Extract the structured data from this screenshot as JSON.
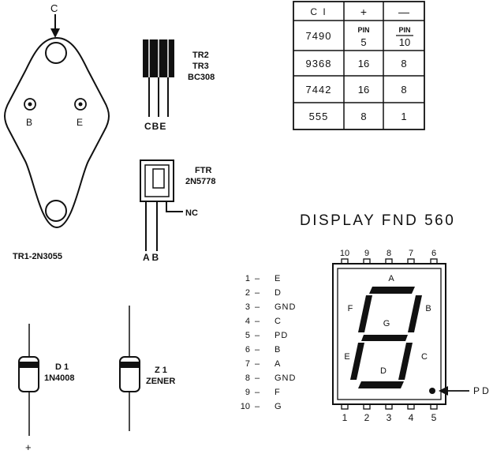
{
  "tr1": {
    "collector_label": "C",
    "base_label": "B",
    "emitter_label": "E",
    "caption": "TR1-2N3055"
  },
  "tr2": {
    "line1": "TR2",
    "line2": "TR3",
    "line3": "BC308",
    "pins": "CBE"
  },
  "ftr": {
    "line1": "FTR",
    "line2": "2N5778",
    "nc": "NC",
    "pins": "A B"
  },
  "d1": {
    "line1": "D 1",
    "line2": "1N4008",
    "plus": "+"
  },
  "z1": {
    "line1": "Z 1",
    "line2": "ZENER"
  },
  "ci_table": {
    "headers": [
      "C I",
      "+",
      "—"
    ],
    "rows": [
      {
        "ci": "7490",
        "plus": "PIN",
        "plus_sub": "5",
        "minus": "PIN",
        "minus_sub": "10"
      },
      {
        "ci": "9368",
        "plus": "16",
        "minus": "8"
      },
      {
        "ci": "7442",
        "plus": "16",
        "minus": "8"
      },
      {
        "ci": "555",
        "plus": "8",
        "minus": "1"
      }
    ]
  },
  "display": {
    "title": "DISPLAY  FND 560",
    "top_pins": [
      "10",
      "9",
      "8",
      "7",
      "6"
    ],
    "bottom_pins": [
      "1",
      "2",
      "3",
      "4",
      "5"
    ],
    "segments": {
      "a": "A",
      "b": "B",
      "c": "C",
      "d": "D",
      "e": "E",
      "f": "F",
      "g": "G"
    },
    "pd_label": "P D"
  },
  "pinout": [
    {
      "num": "1",
      "sig": "E"
    },
    {
      "num": "2",
      "sig": "D"
    },
    {
      "num": "3",
      "sig": "GND"
    },
    {
      "num": "4",
      "sig": "C"
    },
    {
      "num": "5",
      "sig": "PD"
    },
    {
      "num": "6",
      "sig": "B"
    },
    {
      "num": "7",
      "sig": "A"
    },
    {
      "num": "8",
      "sig": "GND"
    },
    {
      "num": "9",
      "sig": "F"
    },
    {
      "num": "10",
      "sig": "G"
    }
  ]
}
